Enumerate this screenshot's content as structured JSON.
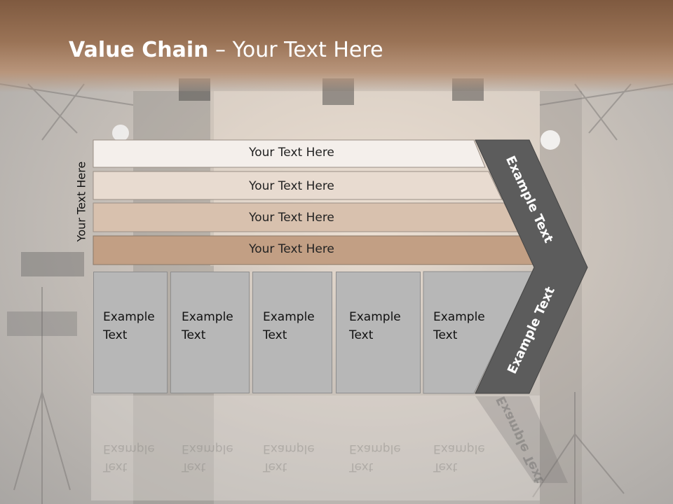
{
  "slide": {
    "title_bold": "Value Chain",
    "title_rest": " – Your Text Here",
    "side_label": "Your Text Here",
    "rows": [
      {
        "label": "Your Text Here",
        "color": "#f4efeb"
      },
      {
        "label": "Your Text Here",
        "color": "#e8dbd0"
      },
      {
        "label": "Your Text Here",
        "color": "#d8c1ae"
      },
      {
        "label": "Your Text Here",
        "color": "#c29f84"
      }
    ],
    "boxes": [
      {
        "line1": "Example",
        "line2": "Text"
      },
      {
        "line1": "Example",
        "line2": "Text"
      },
      {
        "line1": "Example",
        "line2": "Text"
      },
      {
        "line1": "Example",
        "line2": "Text"
      },
      {
        "line1": "Example",
        "line2": "Text"
      }
    ],
    "chevron_top": "Example Text",
    "chevron_bottom": "Example Text",
    "colors": {
      "chevron": "#5c5c5c",
      "header": "#8c664b",
      "box": "#b7b7b7"
    }
  }
}
